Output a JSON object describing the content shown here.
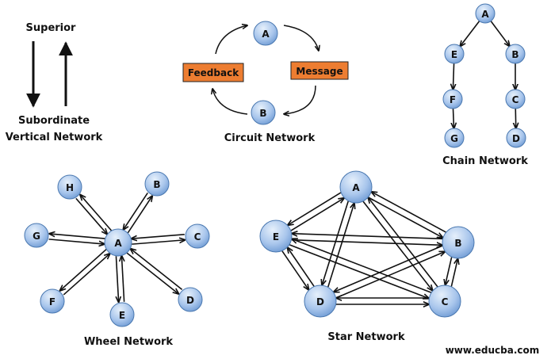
{
  "colors": {
    "node_fill_light": "#dce9f7",
    "node_fill_dark": "#7ba7dc",
    "node_stroke": "#4a78b0",
    "box_fill": "#ed7d31",
    "box_stroke": "#222222",
    "arrow": "#111111"
  },
  "vertical": {
    "top_label": "Superior",
    "bottom_label": "Subordinate",
    "title": "Vertical Network"
  },
  "circuit": {
    "title": "Circuit Network",
    "nodes": {
      "A": "A",
      "B": "B"
    },
    "box_left": "Feedback",
    "box_right": "Message"
  },
  "chain": {
    "title": "Chain Network",
    "nodes": [
      "A",
      "E",
      "B",
      "F",
      "C",
      "G",
      "D"
    ],
    "edges": [
      [
        "A",
        "E"
      ],
      [
        "A",
        "B"
      ],
      [
        "E",
        "F"
      ],
      [
        "F",
        "G"
      ],
      [
        "B",
        "C"
      ],
      [
        "C",
        "D"
      ]
    ]
  },
  "wheel": {
    "title": "Wheel Network",
    "center": "A",
    "spokes": [
      "H",
      "B",
      "G",
      "C",
      "F",
      "E",
      "D"
    ]
  },
  "star": {
    "title": "Star Network",
    "nodes": [
      "A",
      "B",
      "C",
      "D",
      "E"
    ]
  },
  "watermark": "www.educba.com"
}
